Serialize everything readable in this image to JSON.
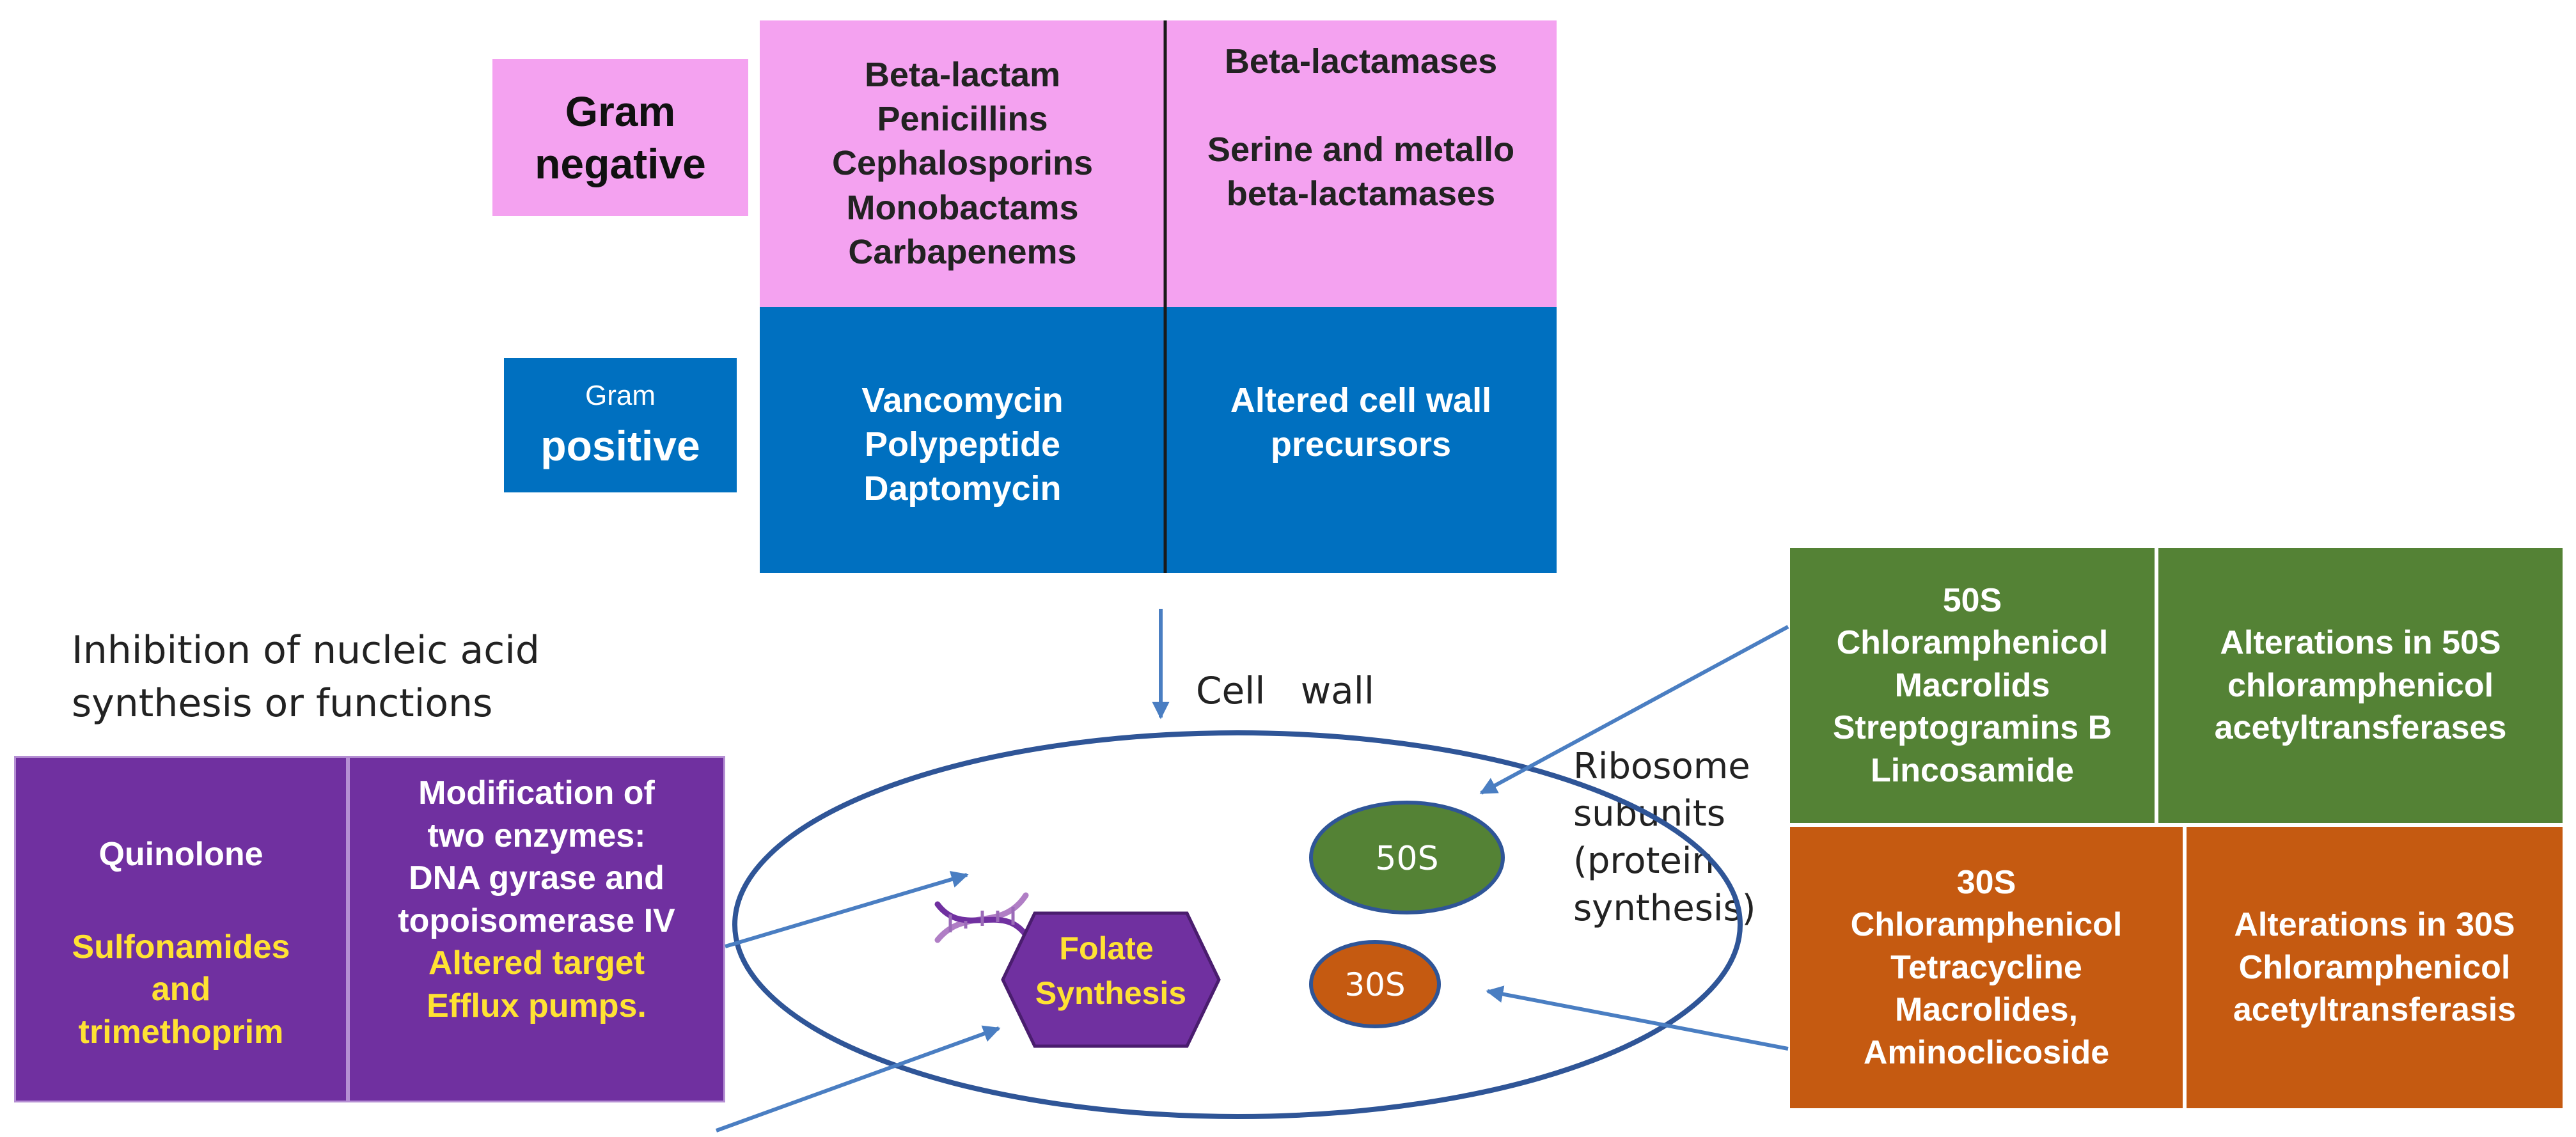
{
  "colors": {
    "pink": "#f4a2f0",
    "blue": "#0070c0",
    "green": "#548235",
    "orange": "#c55a11",
    "purple": "#7030a0",
    "arrow": "#4a7ec2",
    "yellow_text": "#ffe233"
  },
  "gram_negative": {
    "label_line1": "Gram",
    "label_line2": "negative",
    "antibiotics": "Beta-lactam\nPenicillins\nCephalosporins\nMonobactams\nCarbapenems",
    "resistance": "Beta-lactamases\n\nSerine and metallo\nbeta-lactamases"
  },
  "gram_positive": {
    "label_line1": "Gram",
    "label_line2": "positive",
    "antibiotics": "Vancomycin\nPolypeptide\nDaptomycin",
    "resistance": "Altered cell wall\nprecursors"
  },
  "cell_wall_label": "Cell   wall",
  "nucleic_acid": {
    "heading": "Inhibition of nucleic acid\nsynthesis or functions",
    "drug_1": "Quinolone",
    "drug_2": "Sulfonamides\nand\ntrimethoprim",
    "mechanism_white": "Modification  of\ntwo enzymes:\nDNA gyrase and\ntopoisomerase IV",
    "mechanism_yellow": "Altered target\nEfflux pumps."
  },
  "cell": {
    "dna_icon": "dna-helix-icon",
    "folate": "Folate\nSynthesis",
    "subunit_50s": "50S",
    "subunit_30s": "30S"
  },
  "ribosome_label": "Ribosome\nsubunits\n(protein\nsynthesis)",
  "ribosome_50s": {
    "antibiotics": "50S\nChloramphenicol\nMacrolids\nStreptogramins B\nLincosamide",
    "resistance": "Alterations in 50S\nchloramphenicol\nacetyltransferases"
  },
  "ribosome_30s": {
    "antibiotics": "30S\nChloramphenicol\nTetracycline\nMacrolides,\nAminoclicoside",
    "resistance": "Alterations in 30S\nChloramphenicol\nacetyltransferasis"
  }
}
